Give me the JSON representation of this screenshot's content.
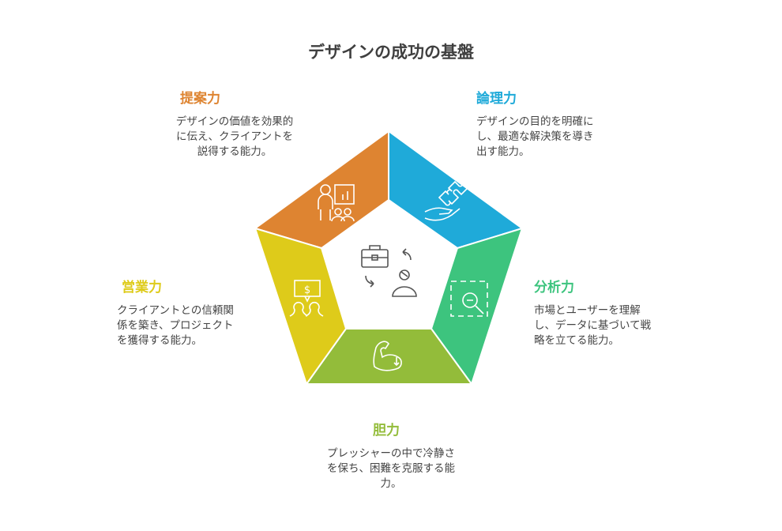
{
  "title": "デザインの成功の基盤",
  "colors": {
    "proposal": "#DE8431",
    "logic": "#1FAAD9",
    "analysis": "#3DC47E",
    "courage": "#93BC3A",
    "sales": "#DECB1A"
  },
  "items": [
    {
      "id": "proposal",
      "heading": "提案力",
      "desc": "デザインの価値を効果的に伝え、クライアントを説得する能力。",
      "icon": "presentation-icon"
    },
    {
      "id": "logic",
      "heading": "論理力",
      "desc": "デザインの目的を明確にし、最適な解決策を導き出す能力。",
      "icon": "puzzle-hand-icon"
    },
    {
      "id": "analysis",
      "heading": "分析力",
      "desc": "市場とユーザーを理解し、データに基づいて戦略を立てる能力。",
      "icon": "magnify-icon"
    },
    {
      "id": "courage",
      "heading": "胆力",
      "desc": "プレッシャーの中で冷静さを保ち、困難を克服する能力。",
      "icon": "flexed-arm-icon"
    },
    {
      "id": "sales",
      "heading": "営業力",
      "desc": "クライアントとの信頼関係を築き、プロジェクトを獲得する能力。",
      "icon": "dollar-chat-icon"
    }
  ],
  "center_icon": "briefcase-person-cycle-icon"
}
